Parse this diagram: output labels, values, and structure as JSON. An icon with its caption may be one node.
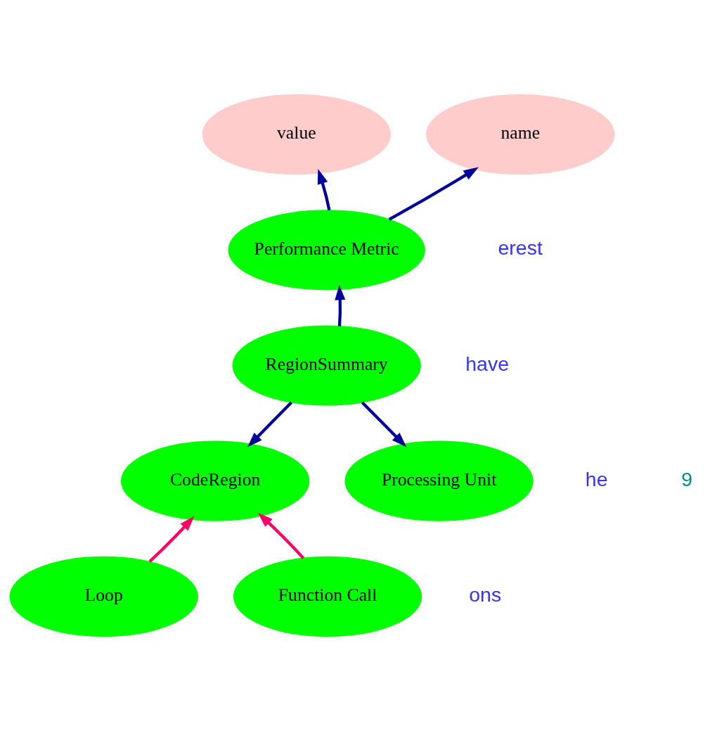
{
  "diagram": {
    "nodes": [
      {
        "text": [
          "name"
        ]
      },
      {
        "text": [
          "value"
        ]
      },
      {
        "text": [
          "Performance Metric"
        ]
      },
      {
        "text": [
          "RegionSummary"
        ]
      },
      {
        "text": [
          "CodeRegion"
        ]
      },
      {
        "text": [
          "Processing Unit"
        ]
      },
      {
        "text": [
          "Loop"
        ]
      },
      {
        "text": [
          "Function Call"
        ]
      }
    ],
    "edges": [
      {
        "from": 2,
        "to": 0,
        "arrow": "to"
      },
      {
        "from": 2,
        "to": 1,
        "arrow": "to"
      },
      {
        "from": 3,
        "to": 2,
        "arrow": "to"
      },
      {
        "from": 3,
        "to": 4,
        "arrow": "to"
      },
      {
        "from": 3,
        "to": 5,
        "arrow": "to"
      },
      {
        "from": 6,
        "to": 4,
        "arrow": "to",
        "color": "#ff0066"
      },
      {
        "from": 7,
        "to": 4,
        "arrow": "to",
        "color": "#ff0066"
      }
    ],
    "labels": [
      "erest",
      "have",
      "he",
      "ons",
      "9"
    ]
  }
}
